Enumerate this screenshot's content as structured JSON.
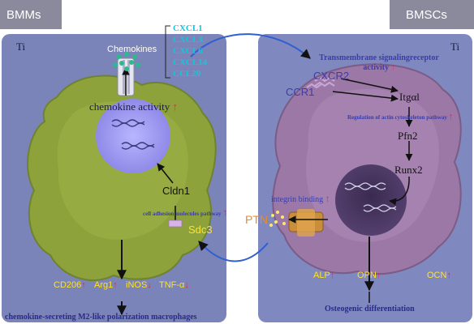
{
  "cells": {
    "left": {
      "title": "BMMs",
      "surface": "Ti"
    },
    "right": {
      "title": "BMSCs",
      "surface": "Ti"
    }
  },
  "chemokine_list": [
    "CXCL1",
    "CXCL3",
    "CXCL6",
    "CXCL14",
    "CCL20"
  ],
  "left_labels": {
    "chemokines": "Chemokines",
    "chemokine_activity": "chemokine activity",
    "cldn1": "Cldn1",
    "pathway": "cell adhesion molecules pathway",
    "sdc3": "Sdc3",
    "markers": [
      "CD206",
      "Arg1",
      "iNOS",
      "TNF-α"
    ],
    "bottom_caption": "chemokine-secreting M2-like polarization macrophages"
  },
  "right_labels": {
    "transmembrane": "Transmembrane signalingreceptor activity",
    "cxcr2": "CXCR2",
    "ccr1": "CCR1",
    "itga": "Itgαl",
    "regulation": "Regulation of actin cytoskeleton pathway",
    "pfn2": "Pfn2",
    "runx2": "Runx2",
    "integrin_binding": "integrin binding",
    "ptn": "PTN",
    "markers": [
      "ALP",
      "OPN",
      "OCN"
    ],
    "bottom_caption": "Osteogenic differentiation"
  },
  "colors": {
    "tab_bg": "#8a8a9c",
    "panel_left": "#7a84b8",
    "panel_right": "#8088c0",
    "cell_left": "#8ea23c",
    "cell_right": "#9c78a6",
    "chemokine_text": "#19c4d8",
    "marker_yellow": "#ffe22a",
    "arrow_pink": "#e0245e",
    "label_blue": "#3c3ca8",
    "ptn_orange": "#f08a1a",
    "curve_blue": "#2f5fd0"
  },
  "icons": [
    "up-arrow-icon",
    "down-arrow-icon",
    "dna-helix-icon",
    "receptor-channel-icon"
  ]
}
